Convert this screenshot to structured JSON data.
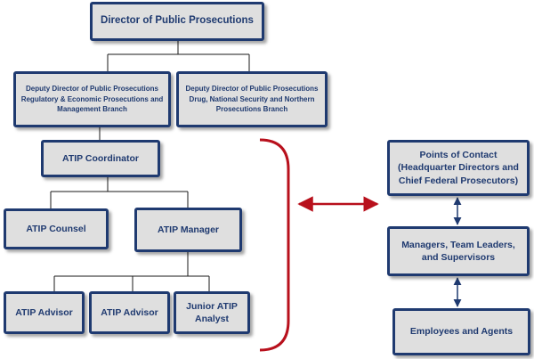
{
  "org_chart": {
    "director": "Director of Public Prosecutions",
    "deputy_regulatory": "Deputy Director of Public Prosecutions Regulatory & Economic Prosecutions and Management Branch",
    "deputy_drug": "Deputy Director of Public Prosecutions Drug, National Security and Northern Prosecutions Branch",
    "atip_coordinator": "ATIP Coordinator",
    "atip_counsel": "ATIP Counsel",
    "atip_manager": "ATIP Manager",
    "atip_advisor_1": "ATIP Advisor",
    "atip_advisor_2": "ATIP Advisor",
    "junior_atip_analyst": "Junior ATIP Analyst"
  },
  "contacts": {
    "points_of_contact": "Points of Contact (Headquarter Directors and Chief Federal Prosecutors)",
    "managers": "Managers, Team Leaders, and Supervisors",
    "employees": "Employees and Agents"
  },
  "colors": {
    "box_fill": "#dfdfdf",
    "box_border": "#1f3a70",
    "text": "#1f3a70",
    "connector": "#1a1a1a",
    "bracket": "#b8101c",
    "contact_arrow": "#1f3a70"
  }
}
